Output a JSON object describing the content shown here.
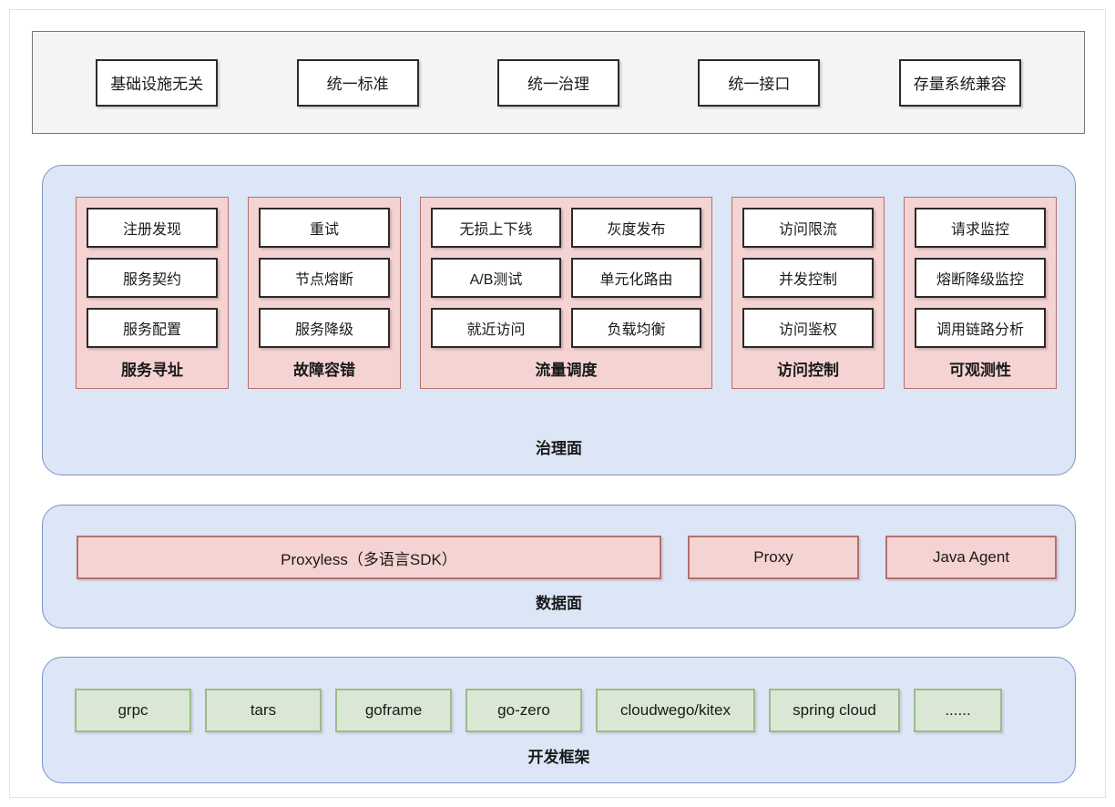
{
  "diagram": {
    "principles": {
      "items": [
        {
          "label": "基础设施无关"
        },
        {
          "label": "统一标准"
        },
        {
          "label": "统一治理"
        },
        {
          "label": "统一接口"
        },
        {
          "label": "存量系统兼容"
        }
      ]
    },
    "governance_plane": {
      "label": "治理面",
      "columns": [
        {
          "title": "服务寻址",
          "layout": "single",
          "items": [
            "注册发现",
            "服务契约",
            "服务配置"
          ]
        },
        {
          "title": "故障容错",
          "layout": "single",
          "items": [
            "重试",
            "节点熔断",
            "服务降级"
          ]
        },
        {
          "title": "流量调度",
          "layout": "double",
          "items": [
            "无损上下线",
            "灰度发布",
            "A/B测试",
            "单元化路由",
            "就近访问",
            "负载均衡"
          ]
        },
        {
          "title": "访问控制",
          "layout": "single",
          "items": [
            "访问限流",
            "并发控制",
            "访问鉴权"
          ]
        },
        {
          "title": "可观测性",
          "layout": "single",
          "items": [
            "请求监控",
            "熔断降级监控",
            "调用链路分析"
          ]
        }
      ]
    },
    "data_plane": {
      "label": "数据面",
      "items": [
        {
          "label": "Proxyless（多语言SDK）"
        },
        {
          "label": "Proxy"
        },
        {
          "label": "Java Agent"
        }
      ]
    },
    "framework_plane": {
      "label": "开发框架",
      "items": [
        {
          "label": "grpc"
        },
        {
          "label": "tars"
        },
        {
          "label": "goframe"
        },
        {
          "label": "go-zero"
        },
        {
          "label": "cloudwego/kitex"
        },
        {
          "label": "spring cloud"
        },
        {
          "label": "......"
        }
      ]
    },
    "colors": {
      "plane_fill": "#dce6f6",
      "plane_border": "#7a93c4",
      "group_fill": "#f5d3d2",
      "group_border": "#b5706c",
      "framework_fill": "#d9e7d4",
      "framework_border": "#9cbb8a",
      "principles_fill": "#f4f4f4",
      "principles_border": "#777777",
      "item_border": "#2b2b2b",
      "item_fill": "#ffffff",
      "text": "#1a1a1a"
    }
  }
}
